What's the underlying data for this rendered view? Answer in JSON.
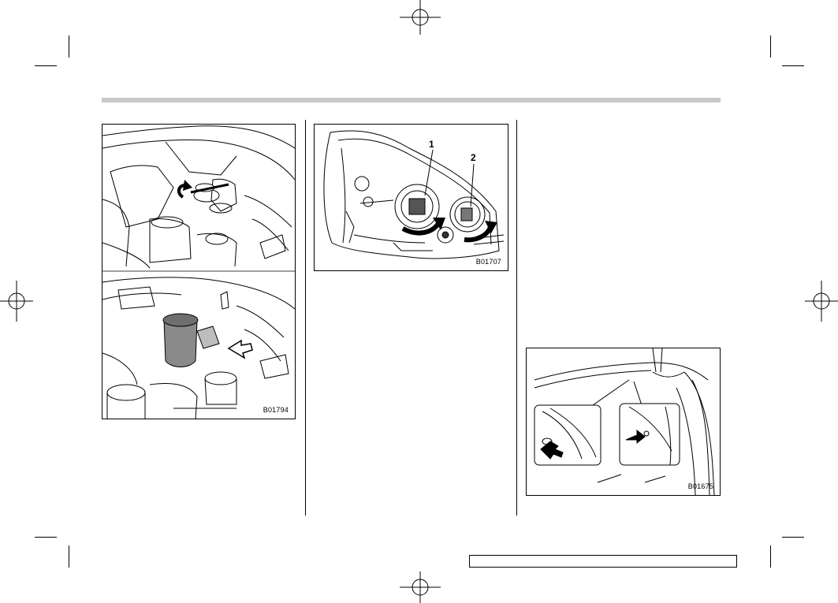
{
  "figures": {
    "engine_cap": {
      "code": "B01794"
    },
    "headlight": {
      "code": "B01707",
      "callout_1": "1",
      "callout_2": "2"
    },
    "trunk": {
      "code": "B01675"
    }
  },
  "icons": [
    "registration-target-icon",
    "crop-mark-icon",
    "arrow-icon"
  ]
}
